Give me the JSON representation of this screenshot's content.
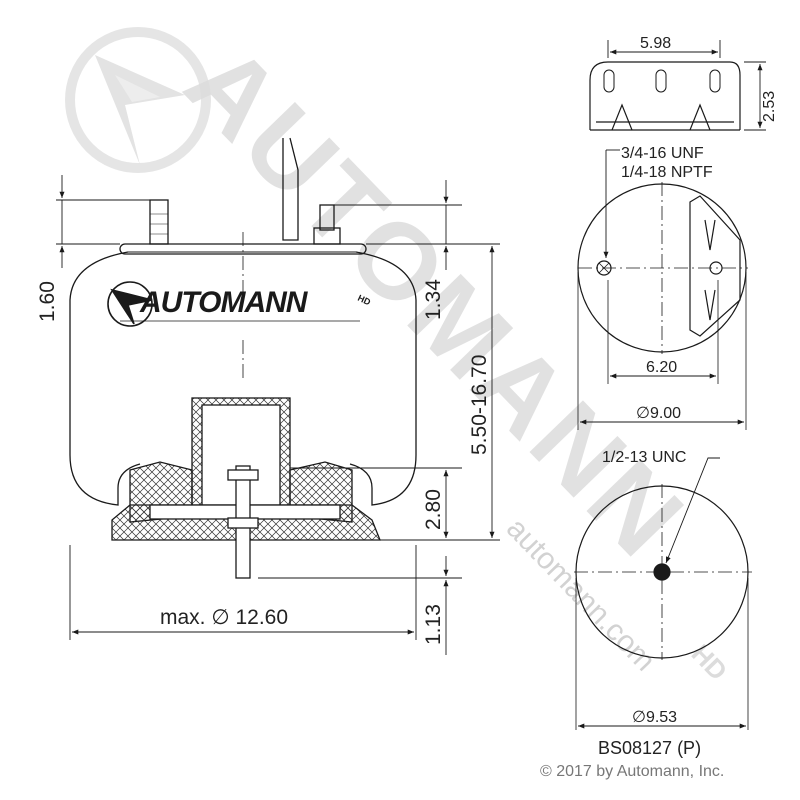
{
  "watermark": {
    "brand": "AUTOMANN",
    "suffix": "HD",
    "url": "automann.com"
  },
  "logo": {
    "brand": "AUTOMANN",
    "suffix": "HD"
  },
  "dimensions": {
    "top_plate_width": "5.98",
    "top_plate_height": "2.53",
    "stud_height": "1.60",
    "bracket_height": "1.34",
    "working_range": "5.50-16.70",
    "piston_height": "2.80",
    "bottom_stud": "1.13",
    "max_diameter": "max. ∅ 12.60",
    "top_view_spacing": "6.20",
    "top_view_diameter": "∅9.00",
    "bottom_view_diameter": "∅9.53"
  },
  "callouts": {
    "air_fitting_line1": "3/4-16 UNF",
    "air_fitting_line2": "1/4-18 NPTF",
    "bottom_thread": "1/2-13 UNC"
  },
  "part_number": "BS08127 (P)",
  "copyright": "© 2017 by Automann, Inc.",
  "colors": {
    "line": "#1a1a1a",
    "watermark": "#dcdcdc",
    "text": "#222222",
    "copyright": "#777777"
  }
}
